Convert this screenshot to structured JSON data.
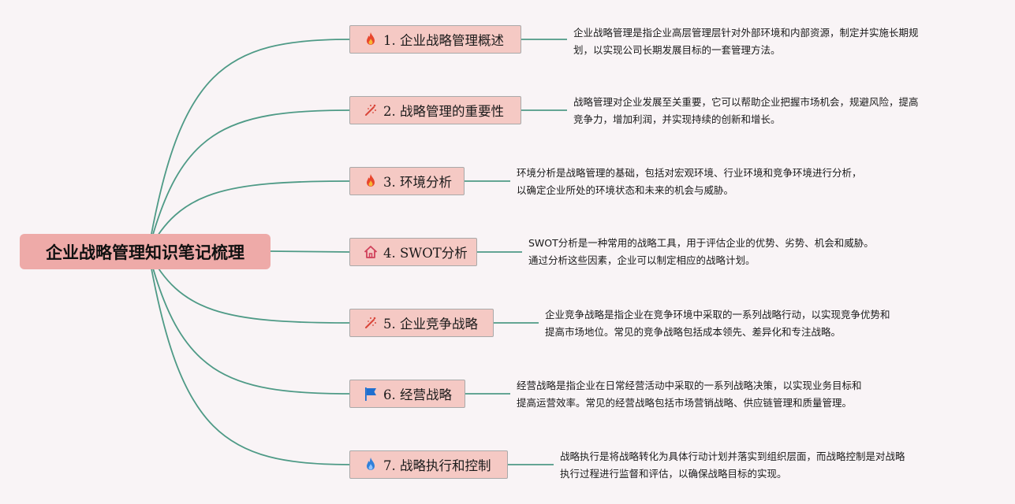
{
  "root": {
    "title": "企业战略管理知识笔记梳理"
  },
  "topics": [
    {
      "label": "1. 企业战略管理概述",
      "icon": "fire-icon",
      "desc": [
        "企业战略管理是指企业高层管理层针对外部环境和内部资源，制定并实施长期规",
        "划，以实现公司长期发展目标的一套管理方法。"
      ]
    },
    {
      "label": "2. 战略管理的重要性",
      "icon": "sparkle-icon",
      "desc": [
        "战略管理对企业发展至关重要，它可以帮助企业把握市场机会，规避风险，提高",
        "竞争力，增加利润，并实现持续的创新和增长。"
      ]
    },
    {
      "label": "3. 环境分析",
      "icon": "fire-icon",
      "desc": [
        "环境分析是战略管理的基础，包括对宏观环境、行业环境和竞争环境进行分析，",
        "以确定企业所处的环境状态和未来的机会与威胁。"
      ]
    },
    {
      "label": "4. SWOT分析",
      "icon": "home-icon",
      "desc": [
        "SWOT分析是一种常用的战略工具，用于评估企业的优势、劣势、机会和威胁。",
        "通过分析这些因素，企业可以制定相应的战略计划。"
      ]
    },
    {
      "label": "5. 企业竞争战略",
      "icon": "sparkle-icon",
      "desc": [
        "企业竞争战略是指企业在竞争环境中采取的一系列战略行动，以实现竞争优势和",
        "提高市场地位。常见的竞争战略包括成本领先、差异化和专注战略。"
      ]
    },
    {
      "label": "6. 经营战略",
      "icon": "flag-icon",
      "desc": [
        "经营战略是指企业在日常经营活动中采取的一系列战略决策，以实现业务目标和",
        "提高运营效率。常见的经营战略包括市场营销战略、供应链管理和质量管理。"
      ]
    },
    {
      "label": "7. 战略执行和控制",
      "icon": "blue-fire-icon",
      "desc": [
        "战略执行是将战略转化为具体行动计划并落实到组织层面，而战略控制是对战略",
        "执行过程进行监督和评估，以确保战略目标的实现。"
      ]
    }
  ],
  "colors": {
    "branch": "#4e9a86",
    "root_bg": "#eeaaa8",
    "topic_bg": "#f5c9c4"
  }
}
